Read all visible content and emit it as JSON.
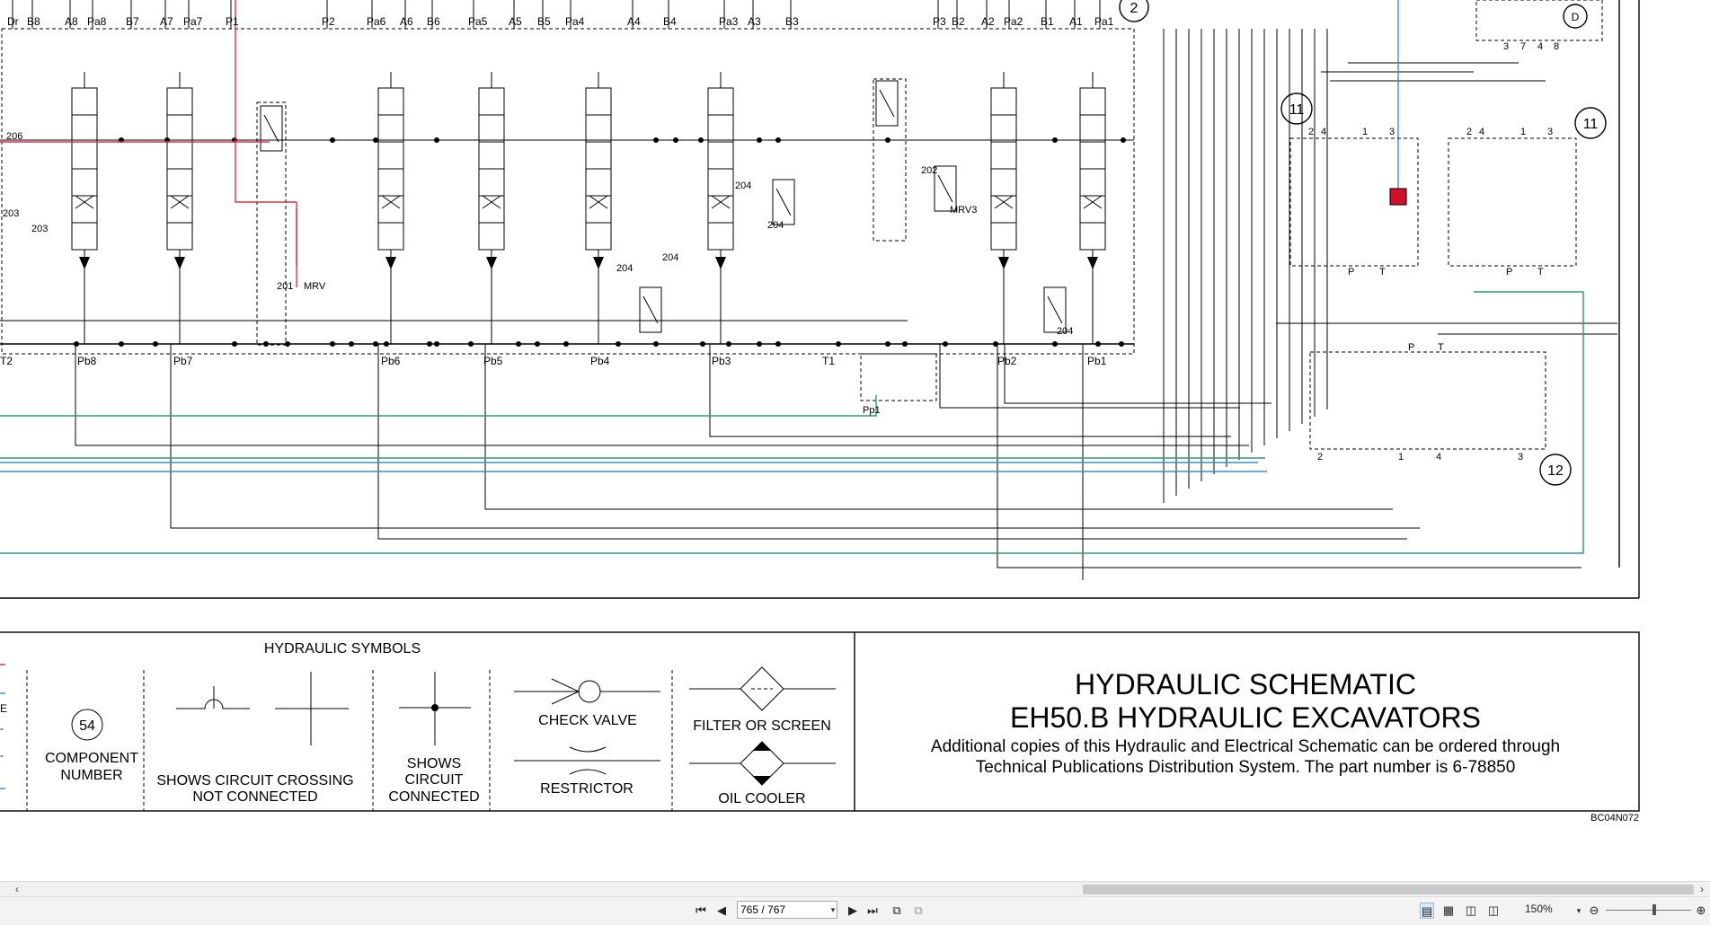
{
  "schematic": {
    "port_labels_top": [
      "Dr",
      "B8",
      "A8",
      "Pa8",
      "B7",
      "A7",
      "Pa7",
      "P1",
      "P2",
      "Pa6",
      "A6",
      "B6",
      "Pa5",
      "A5",
      "B5",
      "Pa4",
      "A4",
      "B4",
      "Pa3",
      "A3",
      "B3",
      "P3",
      "B2",
      "A2",
      "Pa2",
      "B1",
      "A1",
      "Pa1"
    ],
    "port_labels_bottom": [
      "T2",
      "Pb8",
      "Pb7",
      "Pb6",
      "Pb5",
      "Pb4",
      "Pb3",
      "T1",
      "Pb2",
      "Pb1"
    ],
    "component_refs": [
      "203",
      "203",
      "206",
      "201",
      "MRV",
      "202",
      "MRV3",
      "204",
      "204",
      "204",
      "204",
      "204",
      "Pp1"
    ],
    "callouts": [
      "2",
      "11",
      "11",
      "12"
    ],
    "pilot_ports": [
      "2",
      "4",
      "1",
      "3",
      "2",
      "4",
      "1",
      "3",
      "P",
      "T",
      "P",
      "T",
      "P",
      "T",
      "2",
      "1",
      "4",
      "3",
      "3",
      "7",
      "4",
      "8",
      "D"
    ]
  },
  "legend": {
    "title": "HYDRAULIC SYMBOLS",
    "left_cut_marks": [
      "E",
      "-",
      "-"
    ],
    "component_example": "54",
    "component_label_1": "COMPONENT",
    "component_label_2": "NUMBER",
    "crossing_label_1": "SHOWS CIRCUIT CROSSING",
    "crossing_label_2": "NOT CONNECTED",
    "connected_label_1": "SHOWS",
    "connected_label_2": "CIRCUIT",
    "connected_label_3": "CONNECTED",
    "check_valve": "CHECK VALVE",
    "restrictor": "RESTRICTOR",
    "filter": "FILTER OR SCREEN",
    "oil_cooler": "OIL COOLER"
  },
  "title_block": {
    "line1": "HYDRAULIC SCHEMATIC",
    "line2": "EH50.B HYDRAULIC EXCAVATORS",
    "line3": "Additional copies of this Hydraulic and Electrical Schematic can be ordered through",
    "line4": "Technical Publications Distribution System. The part number is 6-78850",
    "drawing_code": "BC04N072"
  },
  "toolbar": {
    "page_value": "765 / 767",
    "zoom_value": "150%",
    "first_page_icon": "first-page-icon",
    "prev_page_icon": "prev-page-icon",
    "next_page_icon": "next-page-icon",
    "last_page_icon": "last-page-icon"
  },
  "colors": {
    "pressure_line": "#e0304e",
    "return_line": "#2f9a70",
    "pilot_line": "#3a8fd0",
    "highlight_fill": "#d0102a"
  }
}
